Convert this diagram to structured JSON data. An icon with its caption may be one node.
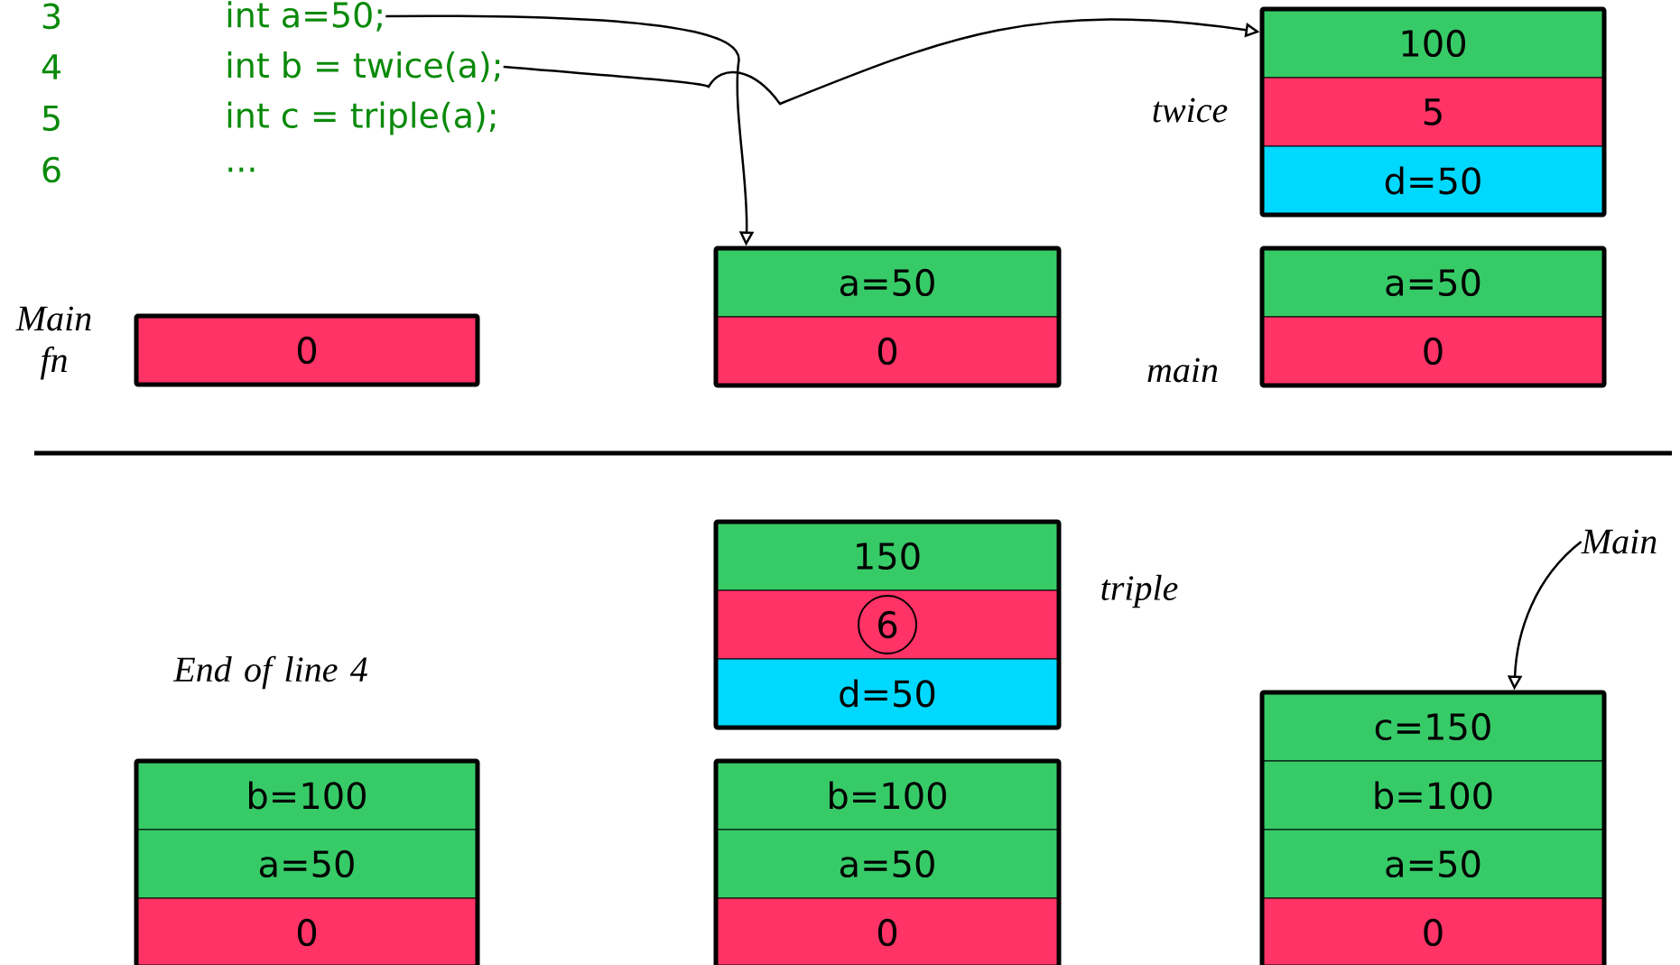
{
  "diagram": {
    "nodes": [
      {
        "text": [
          "int a=50;"
        ]
      },
      {
        "text": [
          "int b = twice(a);"
        ]
      },
      {
        "text": [
          "int c = triple(a);"
        ]
      },
      {
        "text": [
          "..."
        ]
      },
      {
        "text": [],
        "shape": "box",
        "beside": [
          "Main fn"
        ]
      },
      {
        "text": [
          "0"
        ],
        "in": 4
      },
      {
        "text": [],
        "shape": "box"
      },
      {
        "text": [
          "a=50"
        ],
        "in": 6
      },
      {
        "text": [
          "0"
        ],
        "in": 6
      },
      {
        "text": [],
        "shape": "box",
        "beside": [
          "twice"
        ]
      },
      {
        "text": [
          "100"
        ],
        "in": 9
      },
      {
        "text": [
          "5"
        ],
        "in": 9
      },
      {
        "text": [
          "d=50"
        ],
        "in": 9
      },
      {
        "text": [],
        "shape": "box",
        "beside": [
          "main"
        ]
      },
      {
        "text": [
          "a=50"
        ],
        "in": 13
      },
      {
        "text": [
          "0"
        ],
        "in": 13
      },
      {
        "text": [],
        "shape": "box",
        "beside": [
          "triple"
        ]
      },
      {
        "text": [
          "150"
        ],
        "in": 16
      },
      {
        "text": [
          "6"
        ],
        "in": 16
      },
      {
        "text": [
          "d=50"
        ],
        "in": 16
      },
      {
        "text": [],
        "shape": "box",
        "beside": [
          "End of line 4"
        ]
      },
      {
        "text": [
          "b=100"
        ],
        "in": 20
      },
      {
        "text": [
          "a=50"
        ],
        "in": 20
      },
      {
        "text": [
          "0"
        ],
        "in": 20
      },
      {
        "text": [],
        "shape": "box"
      },
      {
        "text": [
          "b=100"
        ],
        "in": 24
      },
      {
        "text": [
          "a=50"
        ],
        "in": 24
      },
      {
        "text": [
          "0"
        ],
        "in": 24
      },
      {
        "text": [
          "Main"
        ]
      },
      {
        "text": [],
        "shape": "box"
      },
      {
        "text": [
          "c=150"
        ],
        "in": 29
      },
      {
        "text": [
          "b=100"
        ],
        "in": 29
      },
      {
        "text": [
          "a=50"
        ],
        "in": 29
      },
      {
        "text": [
          "0"
        ],
        "in": 29
      }
    ],
    "edges": [
      {
        "from": 0,
        "to": 6,
        "arrow": "to"
      },
      {
        "from": 1,
        "to": 9,
        "arrow": "to"
      },
      {
        "from": 28,
        "to": 29,
        "arrow": "to"
      }
    ],
    "labels": [
      "3",
      "4",
      "5",
      "6"
    ]
  }
}
